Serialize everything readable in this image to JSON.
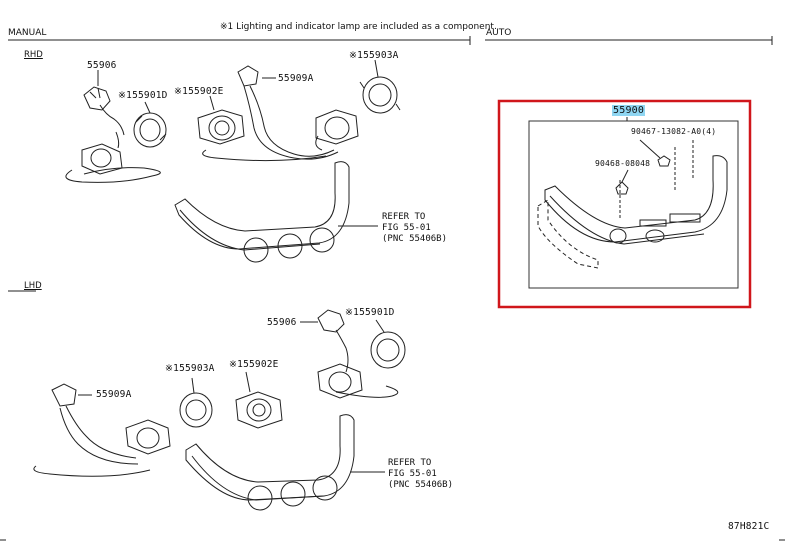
{
  "header": {
    "note": "※1 Lighting and indicator lamp are included as a component.",
    "manual_label": "MANUAL",
    "auto_label": "AUTO"
  },
  "rhd": {
    "label": "RHD",
    "parts": {
      "p55906": "55906",
      "p55901D": "※155901D",
      "p55902E": "※155902E",
      "p55909A": "55909A",
      "p55903A": "※155903A"
    },
    "refer": [
      "REFER TO",
      "FIG 55-01",
      "(PNC 55406B)"
    ]
  },
  "lhd": {
    "label": "LHD",
    "parts": {
      "p55906": "55906",
      "p55901D": "※155901D",
      "p55903A": "※155903A",
      "p55902E": "※155902E",
      "p55909A": "55909A"
    },
    "refer": [
      "REFER TO",
      "FIG 55-01",
      "(PNC 55406B)"
    ]
  },
  "auto": {
    "part_main": "55900",
    "part_bolt": "90467-13082-A0(4)",
    "part_clip": "90468-08048",
    "highlight_color": "#d0161b",
    "label_highlight_color": "#8fd6f2"
  },
  "footer": {
    "figure_code": "87H821C"
  }
}
